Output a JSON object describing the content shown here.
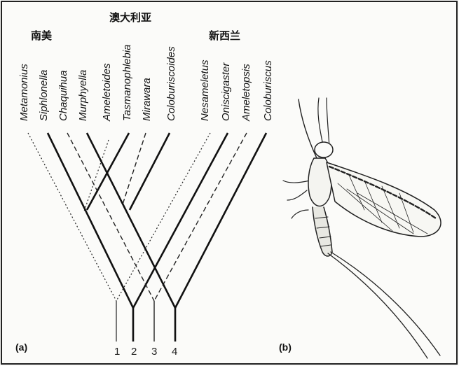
{
  "regions": {
    "south_america": "南美",
    "australia": "澳大利亚",
    "new_zealand": "新西兰"
  },
  "taxa": [
    "Metamonius",
    "Siphlonella",
    "Chaquihua",
    "Murphyella",
    "Ameletoides",
    "Tasmanophlebia",
    "Mirawara",
    "Coloburiscoides",
    "Nesameletus",
    "Oniscigaster",
    "Ameletopsis",
    "Coloburiscus"
  ],
  "lineage_numbers": [
    "1",
    "2",
    "3",
    "4"
  ],
  "panels": {
    "a": "(a)",
    "b": "(b)"
  }
}
